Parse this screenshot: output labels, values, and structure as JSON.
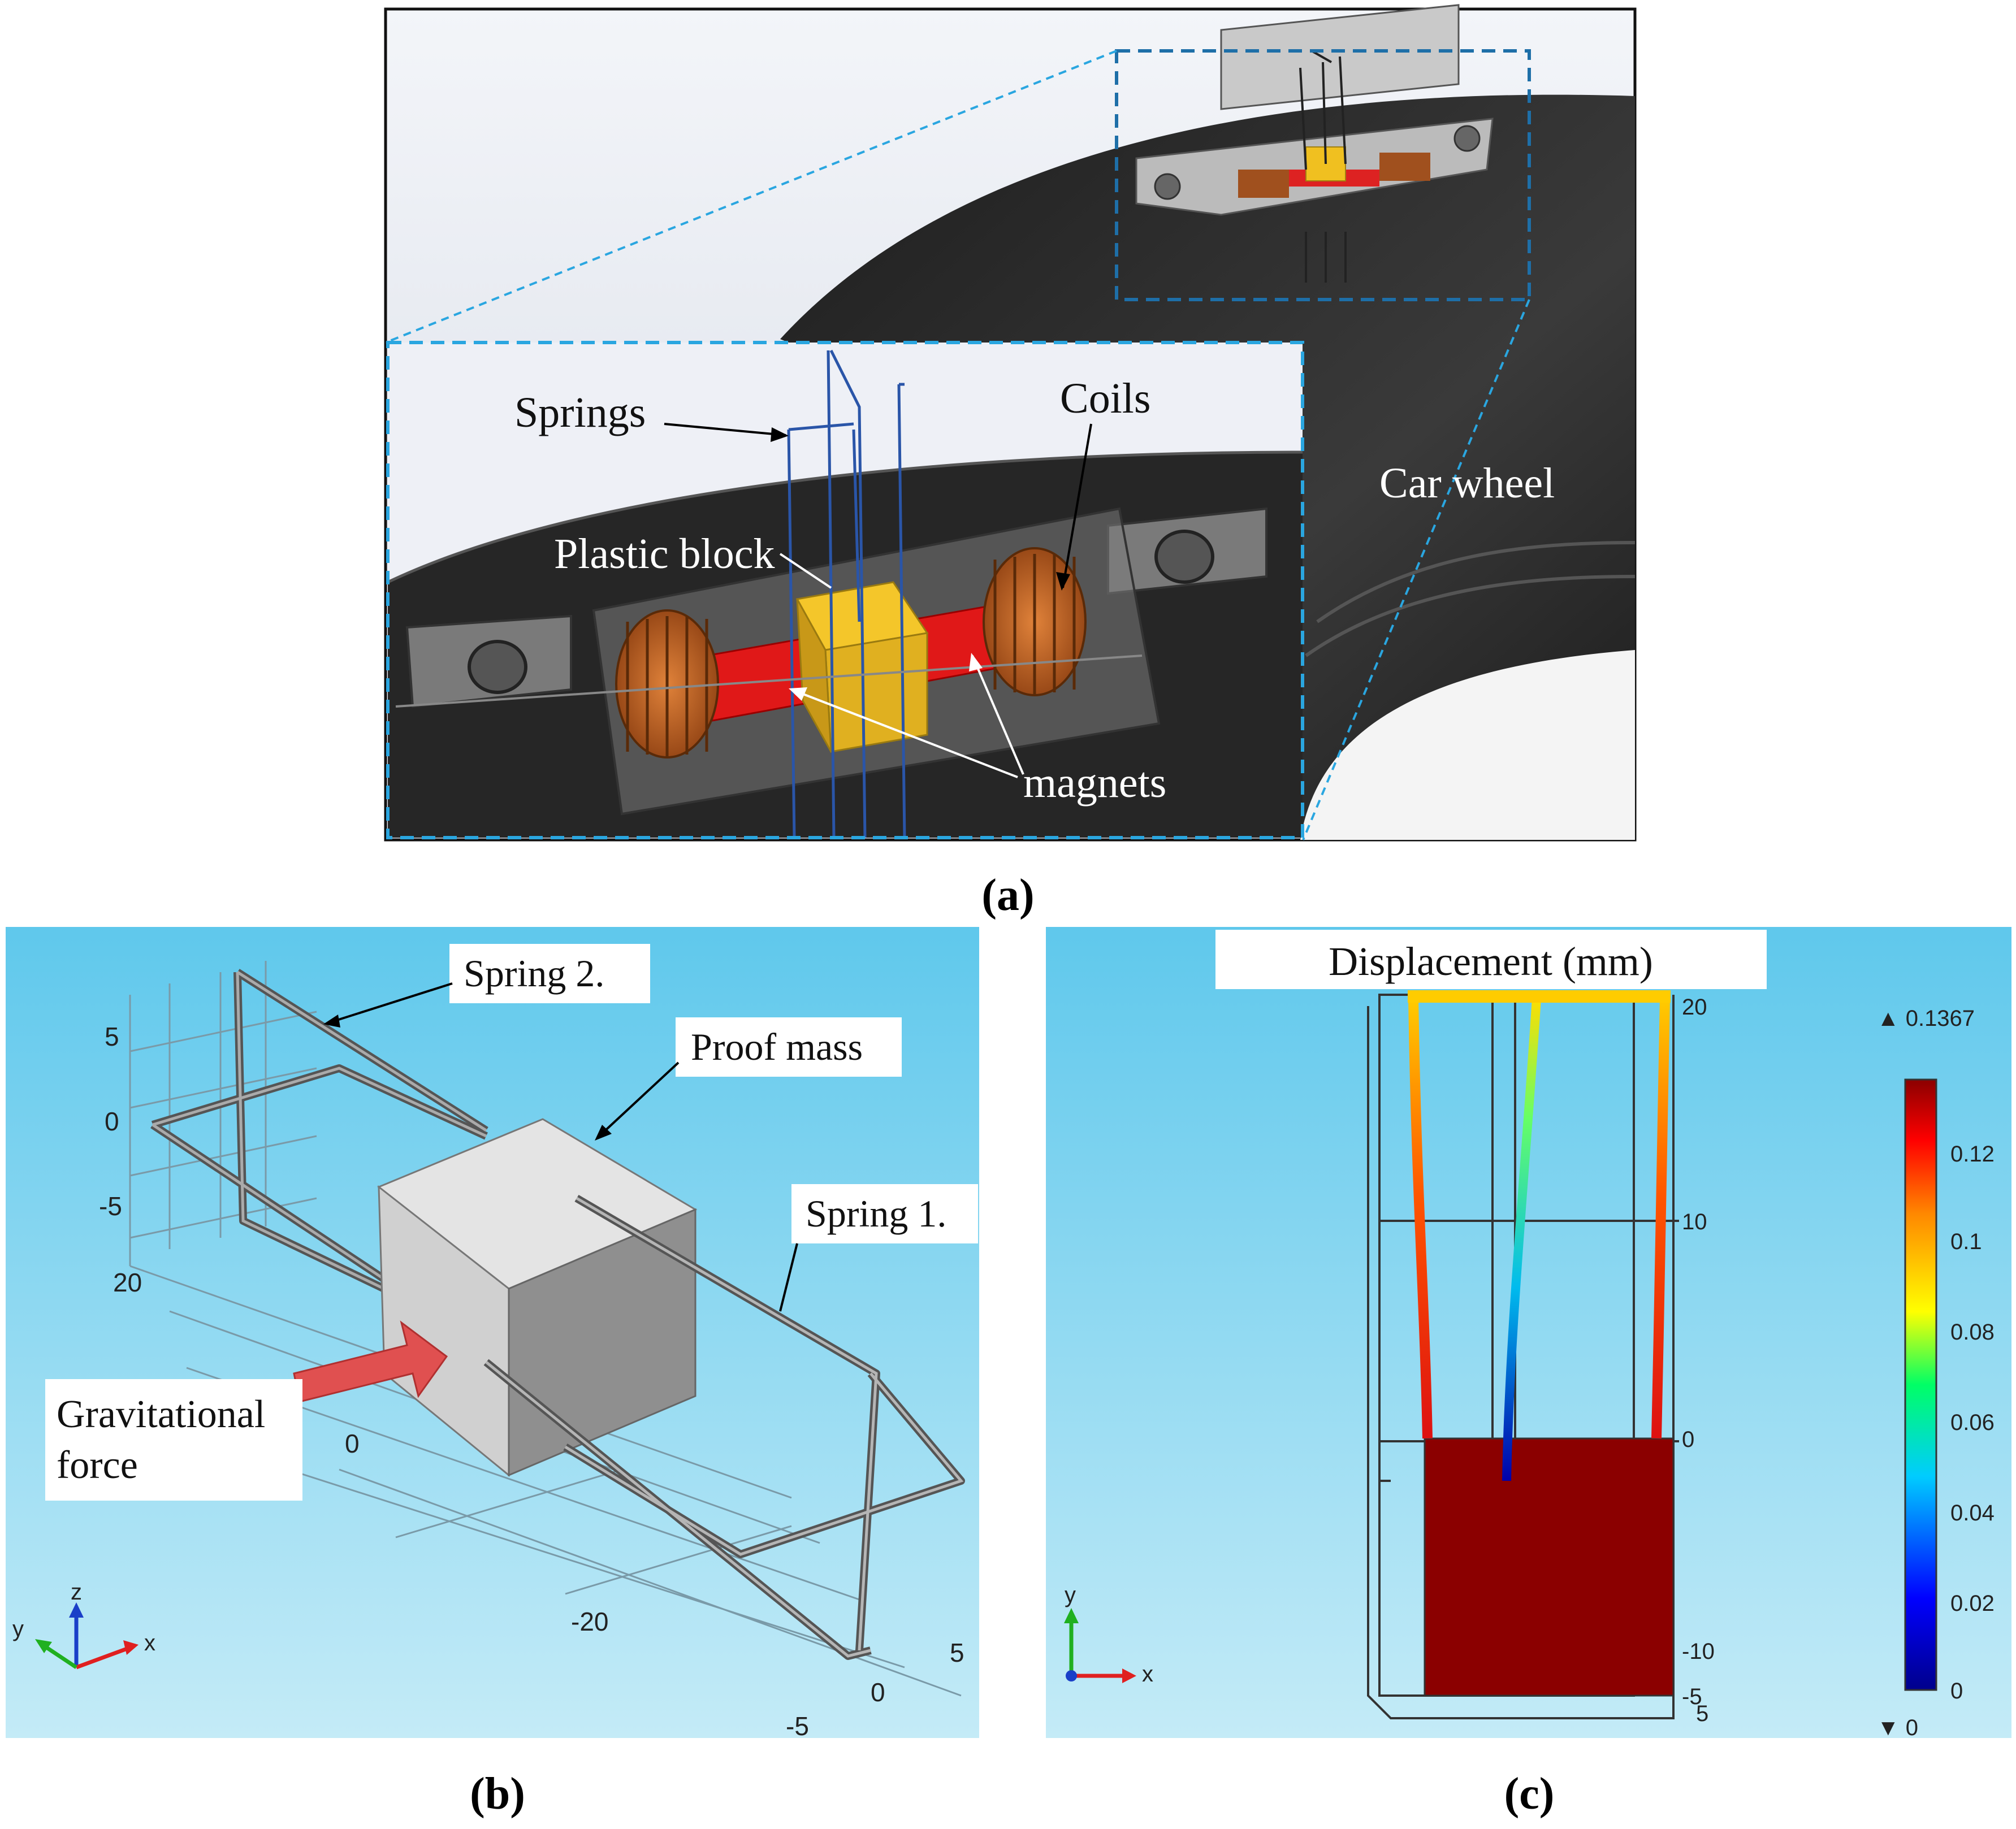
{
  "panel_a": {
    "caption": "(a)",
    "labels": {
      "springs": "Springs",
      "coils": "Coils",
      "plastic_block": "Plastic block",
      "magnets": "magnets",
      "car_wheel": "Car wheel"
    }
  },
  "panel_b": {
    "caption": "(b)",
    "labels": {
      "spring2": "Spring 2.",
      "proof_mass": "Proof mass",
      "spring1": "Spring 1.",
      "gravity_line1": "Gravitational",
      "gravity_line2": "force"
    },
    "ticks": [
      "5",
      "0",
      "-5",
      "20",
      "0",
      "-20",
      "5",
      "0",
      "-5"
    ],
    "axes": {
      "x": "x",
      "y": "y",
      "z": "z"
    }
  },
  "panel_c": {
    "caption": "(c)",
    "title": "Displacement (mm)",
    "max_label": "▲ 0.1367",
    "min_label": "▼ 0",
    "scale_ticks": [
      "0.12",
      "0.1",
      "0.08",
      "0.06",
      "0.04",
      "0.02",
      "0"
    ],
    "y_ticks": [
      "20",
      "10",
      "0",
      "-10",
      "-5",
      "5"
    ],
    "axes": {
      "x": "x",
      "y": "y"
    },
    "colors": {
      "high": "#8b0000",
      "low": "#00008b"
    }
  }
}
